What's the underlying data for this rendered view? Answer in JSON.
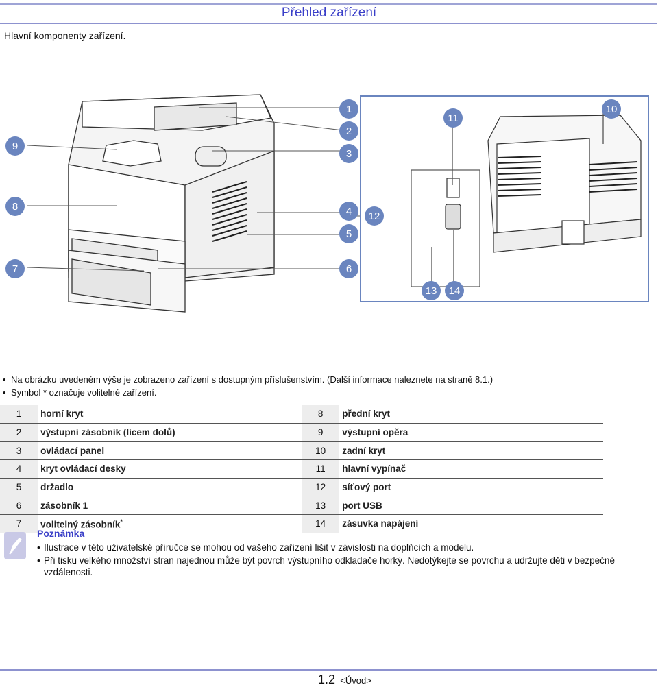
{
  "header": {
    "title": "Přehled zařízení",
    "subtitle": "Hlavní komponenty zařízení."
  },
  "figure": {
    "callouts": [
      "1",
      "2",
      "3",
      "4",
      "5",
      "6",
      "7",
      "8",
      "9",
      "10",
      "11",
      "12",
      "13",
      "14"
    ]
  },
  "notes": [
    "Na obrázku uvedeném výše je zobrazeno zařízení s dostupným příslušenstvím. (Další informace naleznete na straně 8.1.)",
    "Symbol * označuje volitelné zařízení."
  ],
  "parts_table": {
    "rows": [
      {
        "n1": "1",
        "l1": "horní kryt",
        "n2": "8",
        "l2": "přední kryt"
      },
      {
        "n1": "2",
        "l1": "výstupní zásobník (lícem dolů)",
        "n2": "9",
        "l2": "výstupní opěra"
      },
      {
        "n1": "3",
        "l1": "ovládací panel",
        "n2": "10",
        "l2": "zadní kryt"
      },
      {
        "n1": "4",
        "l1": "kryt ovládací desky",
        "n2": "11",
        "l2": "hlavní vypínač"
      },
      {
        "n1": "5",
        "l1": "držadlo",
        "n2": "12",
        "l2": "síťový port"
      },
      {
        "n1": "6",
        "l1": "zásobník 1",
        "n2": "13",
        "l2": "port USB"
      },
      {
        "n1": "7",
        "l1": "volitelný zásobník",
        "n2": "14",
        "l2": "zásuvka napájení"
      }
    ],
    "optional_mark": "*"
  },
  "note_box": {
    "title": "Poznámka",
    "items": [
      "Ilustrace v této uživatelské příručce se mohou od vašeho zařízení lišit v závislosti na doplňcích a modelu.",
      "Při tisku velkého množství stran najednou může být povrch výstupního odkladače horký. Nedotýkejte se povrchu a udržujte děti v bezpečné vzdálenosti."
    ]
  },
  "footer": {
    "page": "1.2",
    "section": "<Úvod>"
  },
  "colors": {
    "accent": "#3a3fc8",
    "callout": "#6a85bf",
    "rule": "#8d92cf"
  }
}
